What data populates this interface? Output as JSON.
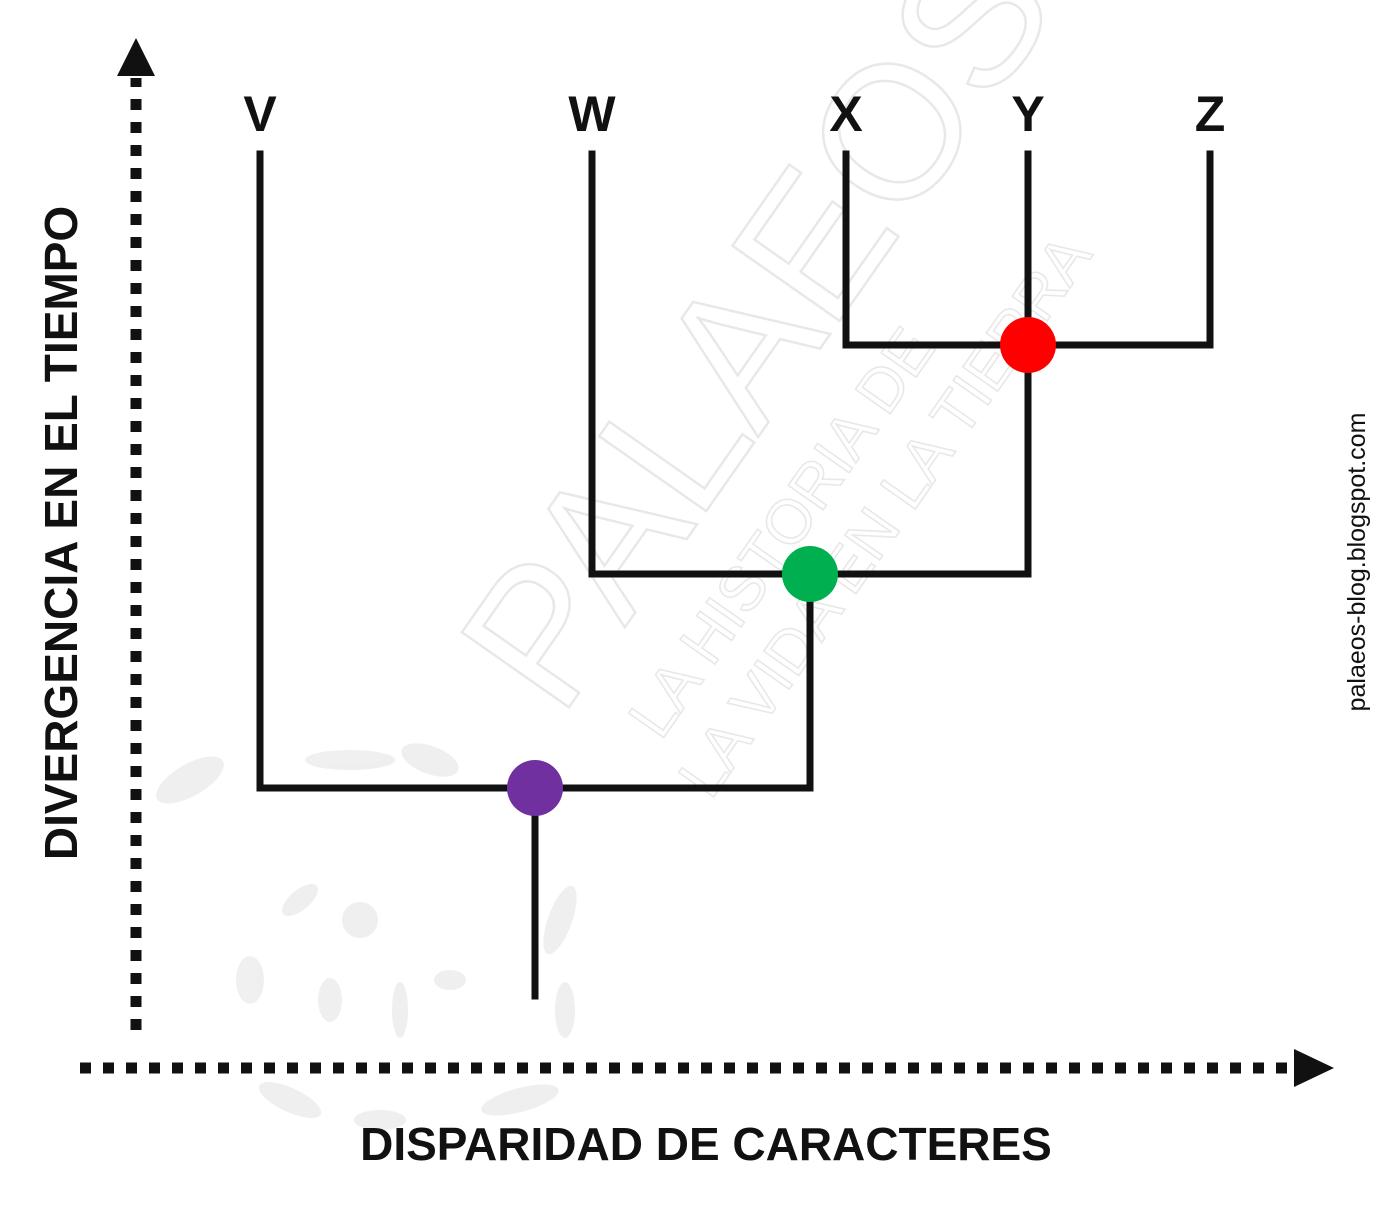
{
  "axes": {
    "y_title": "DIVERGENCIA EN EL TIEMPO",
    "x_title": "DISPARIDAD DE CARACTERES"
  },
  "taxa": {
    "v": "V",
    "w": "W",
    "x": "X",
    "y": "Y",
    "z": "Z"
  },
  "nodes": {
    "root_color": "#7030a0",
    "middle_color": "#00b050",
    "top_color": "#ff0000"
  },
  "watermark": {
    "brand": "PALAEOS",
    "tagline_1": "LA HISTORIA DE",
    "tagline_2": "LA VIDA EN LA TIERRA"
  },
  "credit": "palaeos-blog.blogspot.com",
  "colors": {
    "line": "#111111"
  }
}
